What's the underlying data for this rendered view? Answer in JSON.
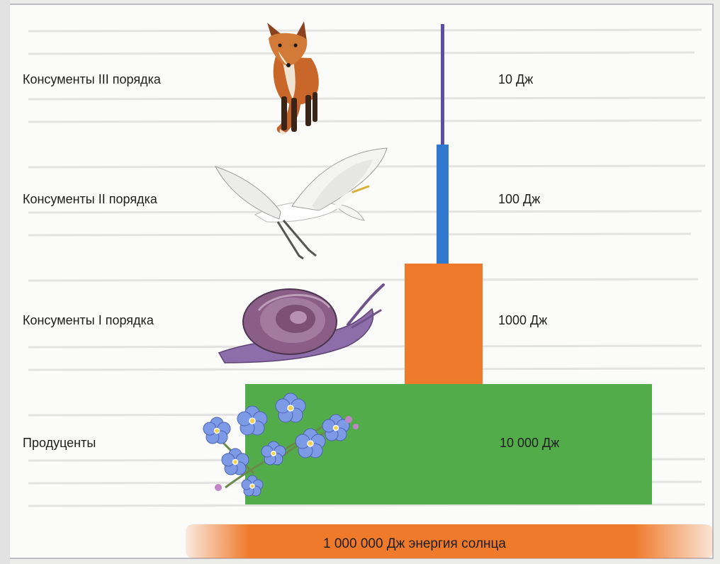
{
  "pyramid": {
    "levels": [
      {
        "label": "Консументы III порядка",
        "energy": "10 Дж",
        "icon": "fox-icon"
      },
      {
        "label": "Консументы II порядка",
        "energy": "100 Дж",
        "icon": "heron-icon"
      },
      {
        "label": "Консументы I порядка",
        "energy": "1000 Дж",
        "icon": "snail-icon"
      },
      {
        "label": "Продуценты",
        "energy": "10 000 Дж",
        "icon": "forget-me-not-icon"
      }
    ],
    "sun": {
      "label": "1 000 000 Дж энергия солнца"
    },
    "colors": {
      "level1": "#5c4ea0",
      "level2": "#2f78d0",
      "level3": "#f07a2c",
      "level4": "#52ac4a",
      "sun": "#f07a2c"
    }
  }
}
